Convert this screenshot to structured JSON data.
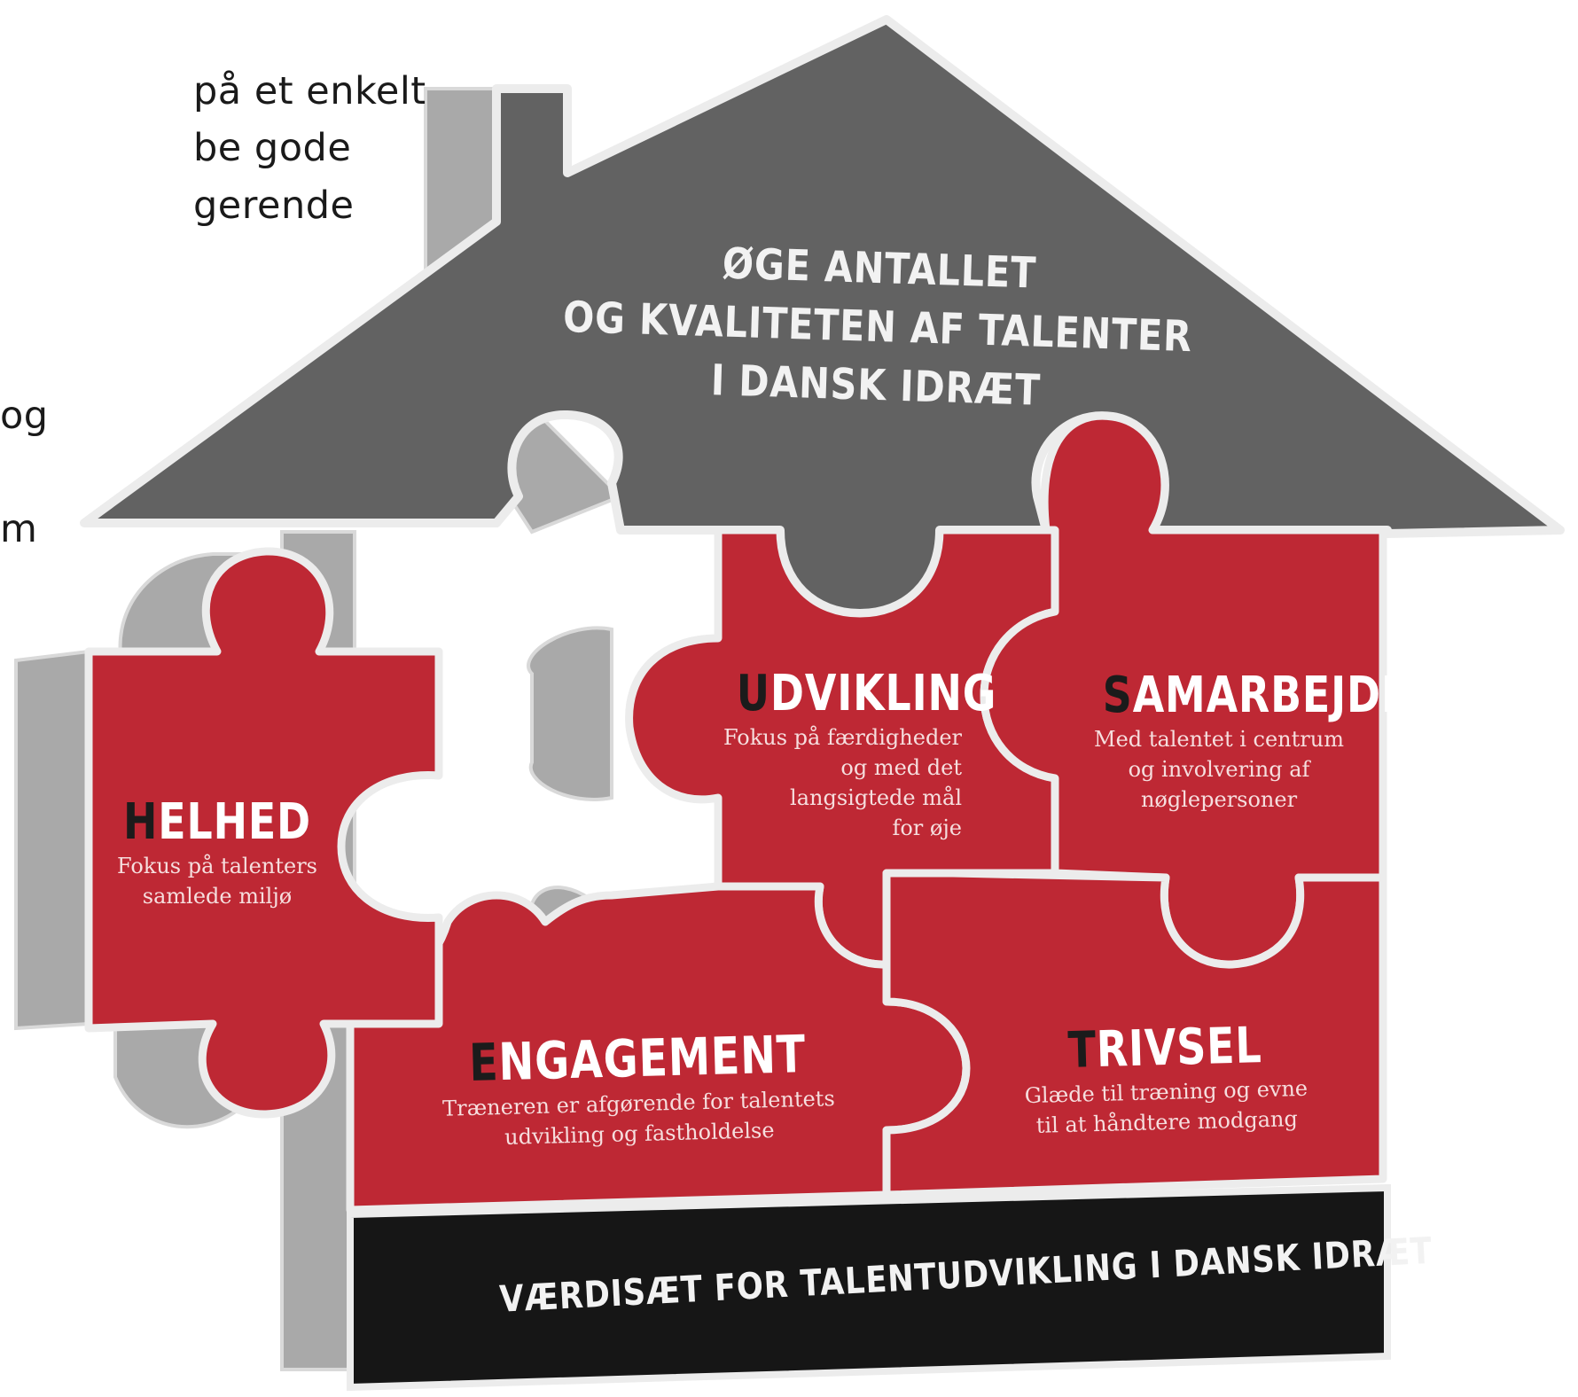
{
  "side_text": {
    "line1": "på et enkelt",
    "line2": "be gode",
    "line3": "gerende",
    "line4": "og",
    "line5": "m"
  },
  "roof": {
    "line1": "ØGE ANTALLET",
    "line2": "OG KVALITETEN AF TALENTER",
    "line3": "I DANSK IDRÆT"
  },
  "pieces": {
    "helhed": {
      "initial": "H",
      "rest": "ELHED",
      "line1": "Fokus på talenters",
      "line2": "samlede miljø"
    },
    "udvikling": {
      "initial": "U",
      "rest": "DVIKLING",
      "line1": "Fokus på færdigheder",
      "line2": "og med det",
      "line3": "langsigtede mål",
      "line4": "for øje"
    },
    "samarbejde": {
      "initial": "S",
      "rest": "AMARBEJDE",
      "line1": "Med talentet i centrum",
      "line2": "og involvering af",
      "line3": "nøglepersoner"
    },
    "engagement": {
      "initial": "E",
      "rest": "NGAGEMENT",
      "line1": "Træneren er afgørende for talentets",
      "line2": "udvikling og fastholdelse"
    },
    "trivsel": {
      "initial": "T",
      "rest": "RIVSEL",
      "line1": "Glæde til træning og evne",
      "line2": "til at håndtere modgang"
    }
  },
  "base": {
    "label": "VÆRDISÆT FOR TALENTUDVIKLING I DANSK IDRÆT"
  },
  "colors": {
    "red": "#be2834",
    "dark_grey": "#626262",
    "side_grey": "#a8a8a8",
    "outline": "#e8e8e8",
    "black": "#161616"
  }
}
